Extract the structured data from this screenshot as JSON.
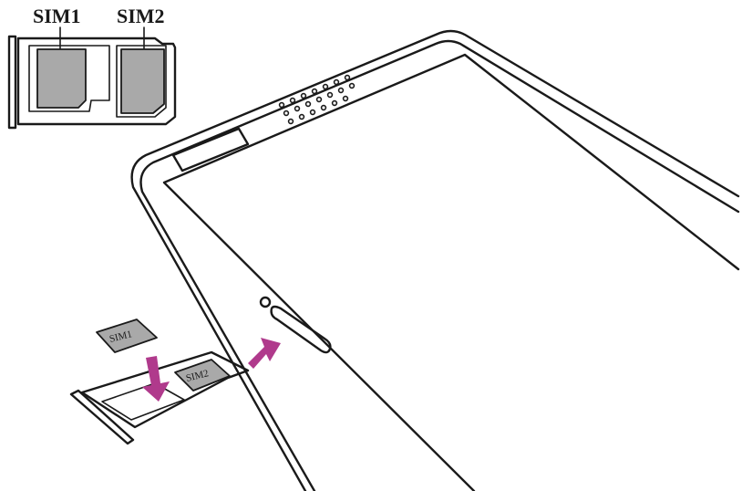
{
  "labels": {
    "sim1_top": "SIM1",
    "sim2_top": "SIM2",
    "sim1_card": "SIM1",
    "sim2_card": "SIM2"
  },
  "colors": {
    "line": "#1a1a1a",
    "card_fill": "#a9a9a9",
    "arrow": "#b03a8c"
  },
  "icons": {
    "insert_card_arrow": "arrow-down-icon",
    "insert_tray_arrow": "arrow-right-icon"
  }
}
